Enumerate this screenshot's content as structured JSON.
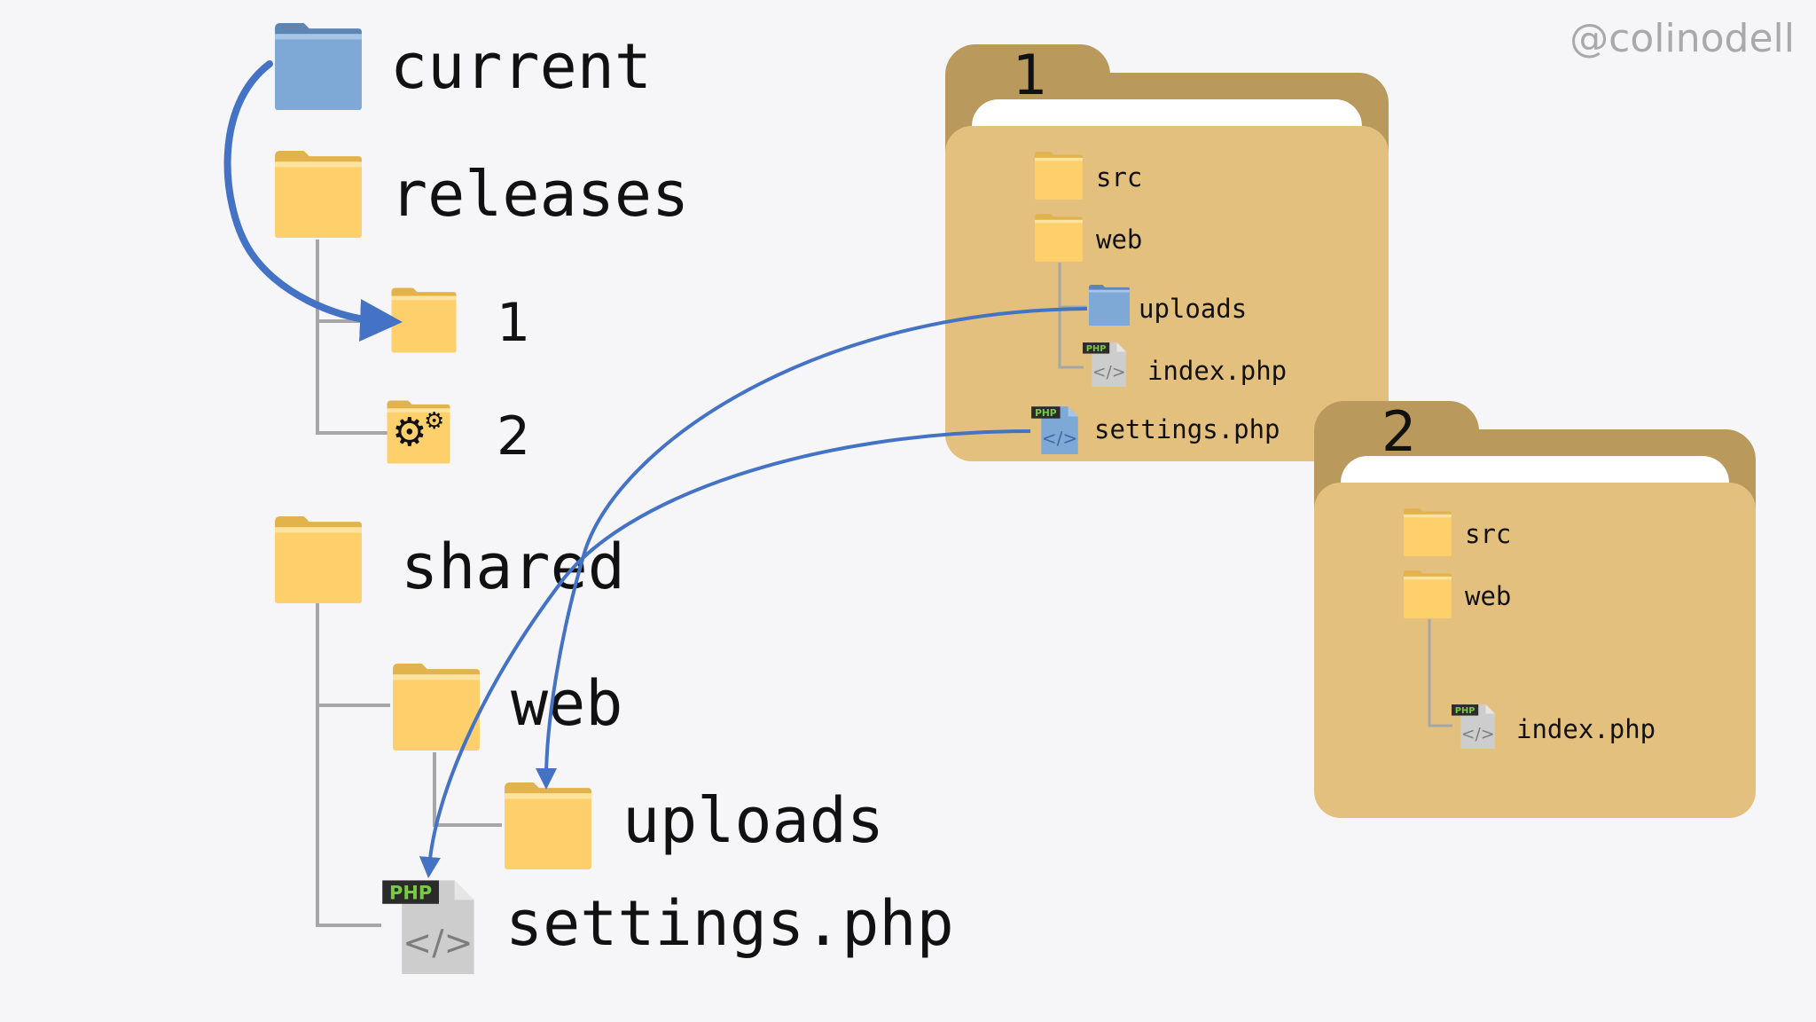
{
  "watermark": "@colinodell",
  "tree": {
    "current": "current",
    "releases": "releases",
    "release_1": "1",
    "release_2": "2",
    "shared": "shared",
    "shared_web": "web",
    "shared_uploads": "uploads",
    "shared_settings": "settings.php"
  },
  "release_panel_1": {
    "number": "1",
    "src": "src",
    "web": "web",
    "uploads": "uploads",
    "index": "index.php",
    "settings": "settings.php"
  },
  "release_panel_2": {
    "number": "2",
    "src": "src",
    "web": "web",
    "index": "index.php"
  },
  "php_badge": "PHP",
  "code_glyph": "</>",
  "colors": {
    "folder_yellow": "#fdd06b",
    "folder_blue": "#7ea8d6",
    "panel_tan": "#e4c07e",
    "panel_back": "#b99a5c",
    "arrow_blue": "#4472c4",
    "tree_line": "#a6a6a6"
  }
}
